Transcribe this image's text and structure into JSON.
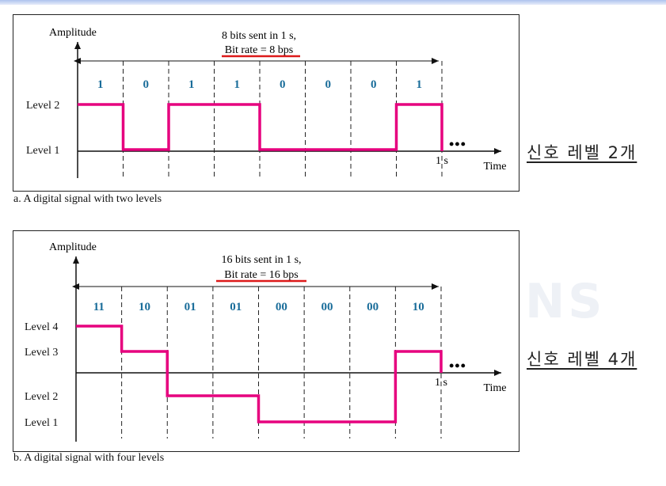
{
  "slide": {
    "accent_color": "#e6007e",
    "bit_color": "#1a6d9a",
    "underline_color": "#dd1a1a"
  },
  "panel_a": {
    "y_axis_label": "Amplitude",
    "x_axis_label": "Time",
    "header_line1": "8 bits sent in 1 s,",
    "header_line2": "Bit rate = 8 bps",
    "levels": [
      "Level 2",
      "Level 1"
    ],
    "bits": [
      "1",
      "0",
      "1",
      "1",
      "0",
      "0",
      "0",
      "1"
    ],
    "signal_levels": [
      2,
      1,
      2,
      2,
      1,
      1,
      1,
      2
    ],
    "end_tick_label": "1 s",
    "ellipsis": "•••",
    "caption": "a. A digital signal with two levels",
    "side_note": "신호 레벨 2개"
  },
  "panel_b": {
    "y_axis_label": "Amplitude",
    "x_axis_label": "Time",
    "header_line1": "16 bits sent in 1 s,",
    "header_line2": "Bit rate = 16 bps",
    "levels": [
      "Level 4",
      "Level 3",
      "Level 2",
      "Level 1"
    ],
    "bits": [
      "11",
      "10",
      "01",
      "01",
      "00",
      "00",
      "00",
      "10"
    ],
    "signal_levels": [
      4,
      3,
      2,
      2,
      1,
      1,
      1,
      3
    ],
    "end_tick_label": "1 s",
    "ellipsis": "•••",
    "caption": "b. A digital signal with four levels",
    "side_note": "신호 레벨 4개"
  }
}
